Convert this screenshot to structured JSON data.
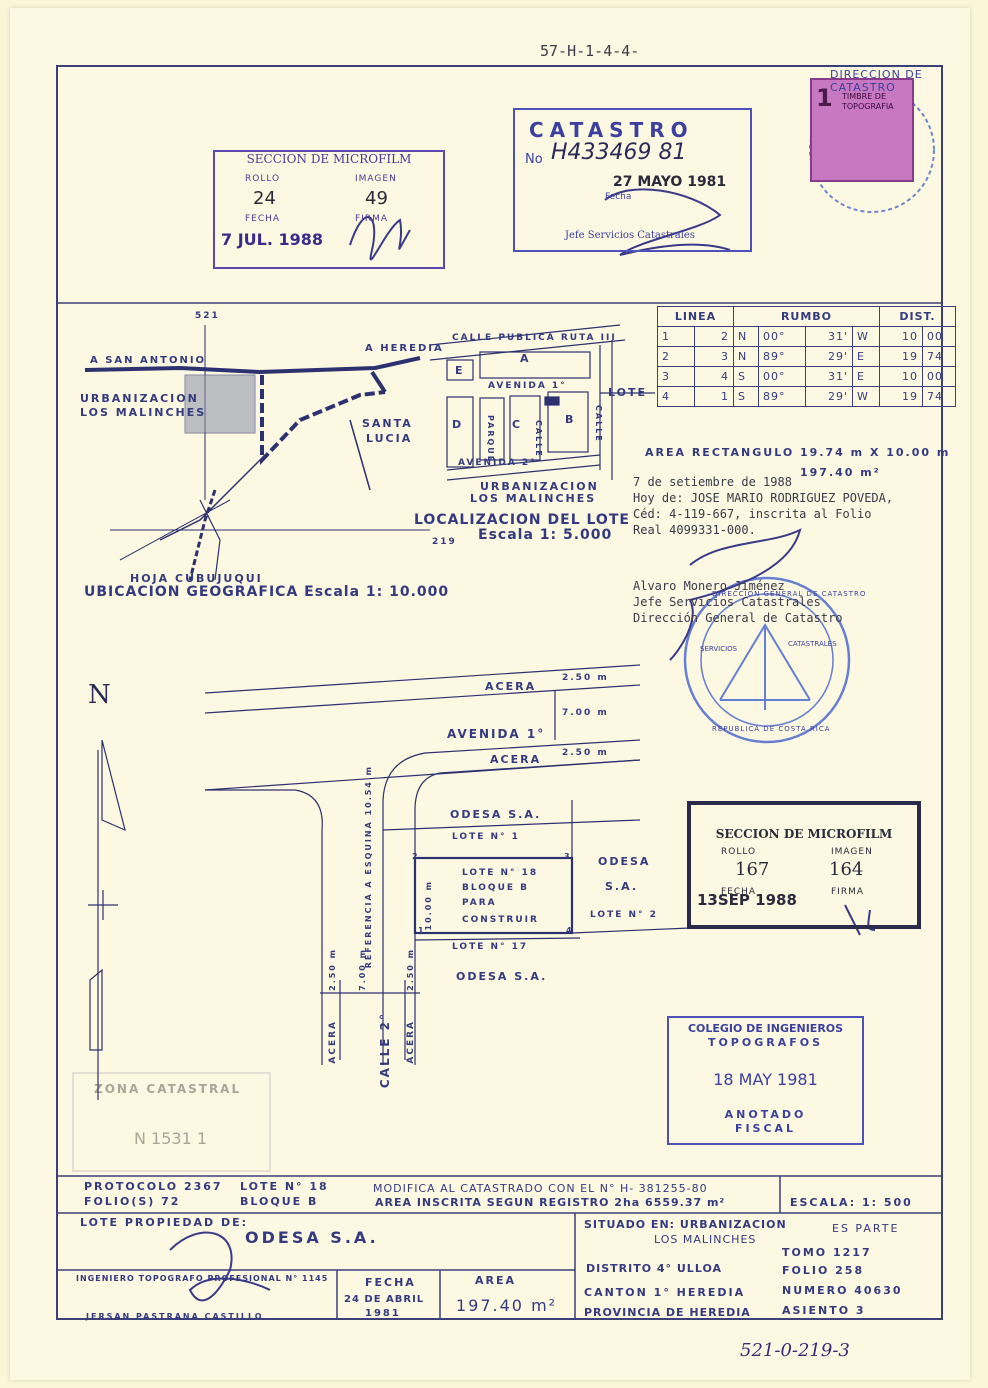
{
  "header": {
    "code": "57-H-1-4-4-"
  },
  "microfilm_top": {
    "title": "SECCION DE MICROFILM",
    "rollo_label": "ROLLO",
    "rollo": "24",
    "imagen_label": "IMAGEN",
    "imagen": "49",
    "fecha_label": "FECHA",
    "fecha": "7 JUL. 1988",
    "firma_label": "FIRMA"
  },
  "catastro": {
    "title": "CATASTRO",
    "no_label": "No",
    "number": "H433469 81",
    "fecha_label": "Fecha",
    "date": "27 MAYO 1981",
    "jefe": "Jefe Servicios Catastrales"
  },
  "timbre": {
    "text1": "TIMBRE DE",
    "text2": "TOPOGRAFIA",
    "value": "1",
    "circle": "DIRECCION DE CATASTRO"
  },
  "rumbo": {
    "headers": [
      "LINEA",
      "RUMBO",
      "DIST."
    ],
    "rows": [
      [
        "1",
        "2",
        "N",
        "00°",
        "31'",
        "W",
        "10",
        "00"
      ],
      [
        "2",
        "3",
        "N",
        "89°",
        "29'",
        "E",
        "19",
        "74"
      ],
      [
        "3",
        "4",
        "S",
        "00°",
        "31'",
        "E",
        "10",
        "00"
      ],
      [
        "4",
        "1",
        "S",
        "89°",
        "29'",
        "W",
        "19",
        "74"
      ]
    ]
  },
  "area_rect": {
    "line1": "AREA RECTANGULO 19.74 m X 10.00 m",
    "line2": "197.40 m²"
  },
  "typed": {
    "l1": "7 de setiembre de 1988",
    "l2": "Hoy de:  JOSE MARIO RODRIGUEZ POVEDA,",
    "l3": "Céd: 4-119-667, inscrita al Folio",
    "l4": "Real 4099331-000.",
    "s1": "Alvaro Monero Jiménez",
    "s2": "Jefe Servicios Catastrales",
    "s3": "Dirección General de Catastro"
  },
  "seal": {
    "top": "DIRECCION GENERAL DE CATASTRO",
    "bottom": "REPUBLICA DE COSTA RICA",
    "left": "SERVICIOS",
    "right": "CATASTRALES"
  },
  "geo": {
    "san_antonio": "A SAN ANTONIO",
    "heredia": "A HEREDIA",
    "urb": "URBANIZACION",
    "malinches": "LOS MALINCHES",
    "santa": "SANTA",
    "lucia": "LUCIA",
    "hoja": "HOJA CUBUJUQUI",
    "ubicacion": "UBICACION GEOGRAFICA Escala 1: 10.000",
    "coord_top": "521",
    "coord_right": "219"
  },
  "loc": {
    "calle_publica": "CALLE PUBLICA RUTA III",
    "avenida1": "AVENIDA 1°",
    "avenida2": "AVENIDA 2°",
    "calle": "CALLE",
    "parque": "PARQUE",
    "lote": "LOTE",
    "a": "A",
    "b": "B",
    "c": "C",
    "d": "D",
    "e": "E",
    "urb": "URBANIZACION",
    "malinches": "LOS MALINCHES",
    "title": "LOCALIZACION DEL LOTE",
    "scale": "Escala 1: 5.000"
  },
  "plan": {
    "north": "N",
    "acera": "ACERA",
    "d250": "2.50 m",
    "d700": "7.00 m",
    "avenida": "AVENIDA 1°",
    "referencia": "REFERENCIA A ESQUINA 10.54 m",
    "odesa": "ODESA S.A.",
    "lote1": "LOTE N° 1",
    "lote18": "LOTE N° 18",
    "bloque": "BLOQUE B",
    "para": "PARA",
    "construir": "CONSTRUIR",
    "odesa_r1": "ODESA",
    "odesa_r2": "S.A.",
    "lote2": "LOTE N° 2",
    "lote17": "LOTE N° 17",
    "odesa_b": "ODESA S.A.",
    "d1000": "10.00 m",
    "calle2": "CALLE 2°",
    "p1": "1",
    "p2": "2",
    "p3": "3",
    "p4": "4"
  },
  "microfilm_bot": {
    "title": "SECCION DE MICROFILM",
    "rollo_label": "ROLLO",
    "rollo": "167",
    "imagen_label": "IMAGEN",
    "imagen": "164",
    "fecha_label": "FECHA",
    "fecha": "13SEP 1988",
    "firma_label": "FIRMA"
  },
  "colegio": {
    "l1": "COLEGIO DE INGENIEROS",
    "l2": "TOPOGRAFOS",
    "date": "18 MAY 1981",
    "l3": "ANOTADO",
    "l4": "FISCAL"
  },
  "zona": {
    "title": "ZONA CATASTRAL",
    "number": "N 1531 1"
  },
  "footer": {
    "protocolo": "PROTOCOLO 2367",
    "folio": "FOLIO(S) 72",
    "lote": "LOTE N° 18",
    "bloque": "BLOQUE B",
    "modifica": "MODIFICA AL CATASTRADO CON EL N° H- 381255-80",
    "area_inscrita": "AREA INSCRITA SEGUN REGISTRO 2ha 6559.37 m²",
    "escala": "ESCALA: 1: 500",
    "propiedad_label": "LOTE PROPIEDAD DE:",
    "propiedad": "ODESA S.A.",
    "ingeniero_label": "INGENIERO TOPOGRAFO PROFESIONAL N° 1145",
    "ingeniero": "JERSAN PASTRANA CASTILLO",
    "fecha_label": "FECHA",
    "fecha1": "24 DE ABRIL",
    "fecha2": "1981",
    "area_label": "AREA",
    "area": "197.40 m²",
    "situado": "SITUADO EN: URBANIZACION",
    "situado2": "LOS MALINCHES",
    "distrito": "DISTRITO 4° ULLOA",
    "canton": "CANTON 1° HEREDIA",
    "provincia": "PROVINCIA DE HEREDIA",
    "es_parte": "ES PARTE",
    "tomo": "TOMO 1217",
    "folio2": "FOLIO 258",
    "numero": "NUMERO 40630",
    "asiento": "ASIENTO 3"
  },
  "handwritten": "521-0-219-3"
}
